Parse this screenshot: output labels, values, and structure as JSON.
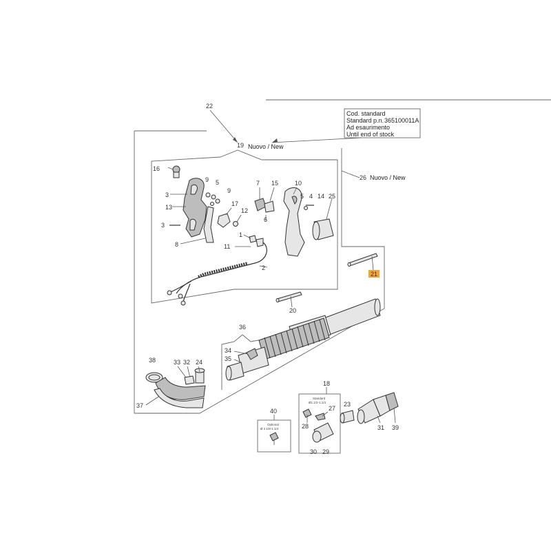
{
  "notes": {
    "nuovo_new": "Nuovo / New",
    "info_line1": "Cod. standard",
    "info_line2": "Standard p.n.",
    "info_line3": "Ad esaurimento",
    "info_line4": "Until end of stock",
    "info_code": "365100011A"
  },
  "callouts": {
    "c22": "22",
    "c19": "19",
    "c26": "26",
    "c16": "16",
    "c3a": "3",
    "c13": "13",
    "c3b": "3",
    "c9a": "9",
    "c5a": "5",
    "c9b": "9",
    "c8": "8",
    "c17": "17",
    "c12": "12",
    "c7": "7",
    "c15": "15",
    "c10": "10",
    "c6": "6",
    "c5b": "5",
    "c4": "4",
    "c14": "14",
    "c25": "25",
    "c1": "1",
    "c11": "11",
    "c2": "2",
    "c21": "21",
    "c20": "20",
    "c36": "36",
    "c34": "34",
    "c35": "35",
    "c38": "38",
    "c33": "33",
    "c32": "32",
    "c24": "24",
    "c37": "37",
    "c18": "18",
    "c23": "23",
    "c27": "27",
    "c28": "28",
    "c30": "30",
    "c29": "29",
    "c31": "31",
    "c39": "39",
    "c40": "40"
  },
  "inset_texts": {
    "inset18_a": "Standard",
    "inset18_b": "Ø1.1/2-1.1/4",
    "inset40_a": "Optional",
    "inset40_b": "Ø 2.1/8-1.1/4"
  },
  "highlight": {
    "color": "#f4a23a",
    "callout": "21"
  }
}
